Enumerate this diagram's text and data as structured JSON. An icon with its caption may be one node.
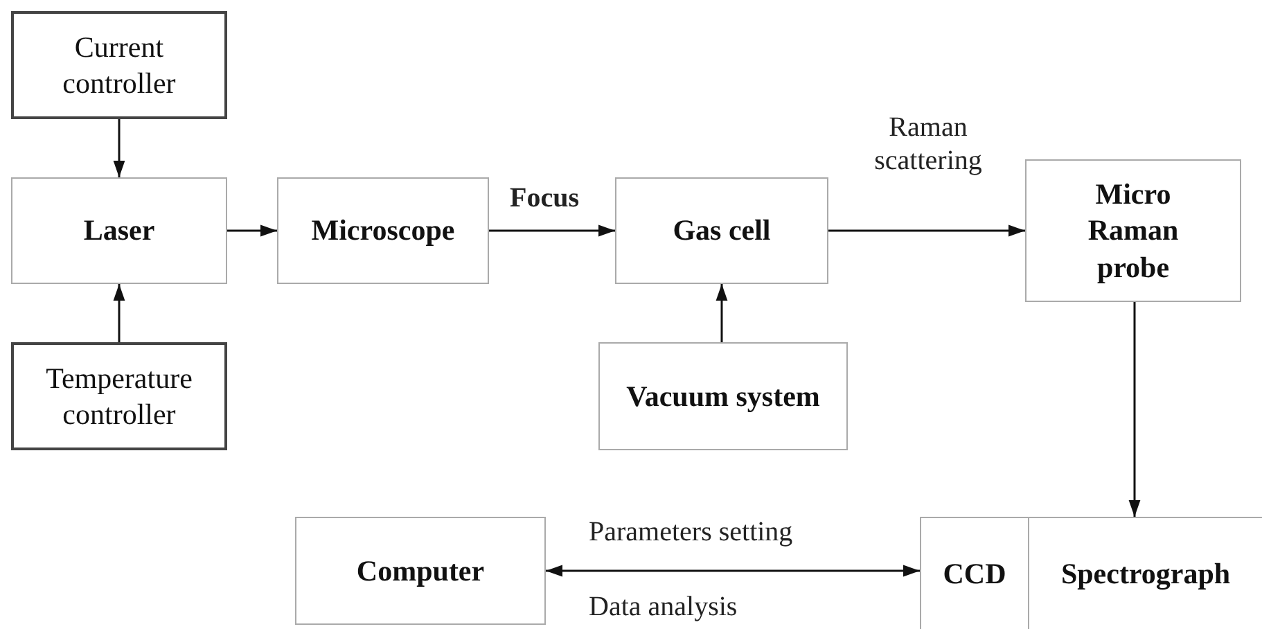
{
  "diagram": {
    "nodes": [
      {
        "text": [
          "Current controller"
        ]
      },
      {
        "text": [
          "Laser"
        ]
      },
      {
        "text": [
          "Microscope"
        ]
      },
      {
        "text": [
          "Gas cell"
        ]
      },
      {
        "text": [
          "Micro Raman probe"
        ]
      },
      {
        "text": [
          "Temperature controller"
        ]
      },
      {
        "text": [
          "Vacuum system"
        ]
      },
      {
        "text": [
          "Computer"
        ]
      },
      {
        "text": [
          "CCD"
        ]
      },
      {
        "text": [
          "Spectrograph"
        ]
      }
    ],
    "edges": [
      {
        "from": 0,
        "to": 1,
        "arrow": "to"
      },
      {
        "from": 5,
        "to": 1,
        "arrow": "to"
      },
      {
        "from": 1,
        "to": 2,
        "arrow": "to"
      },
      {
        "from": 2,
        "to": 3,
        "arrow": "to",
        "label": "Focus"
      },
      {
        "from": 3,
        "to": 4,
        "arrow": "to",
        "label": "Raman scattering"
      },
      {
        "from": 6,
        "to": 3,
        "arrow": "to"
      },
      {
        "from": 4,
        "to": 9,
        "arrow": "to"
      },
      {
        "from": 7,
        "to": 8,
        "arrow": "both",
        "label": "Parameters setting"
      }
    ],
    "labels": [
      "Data analysis"
    ]
  }
}
